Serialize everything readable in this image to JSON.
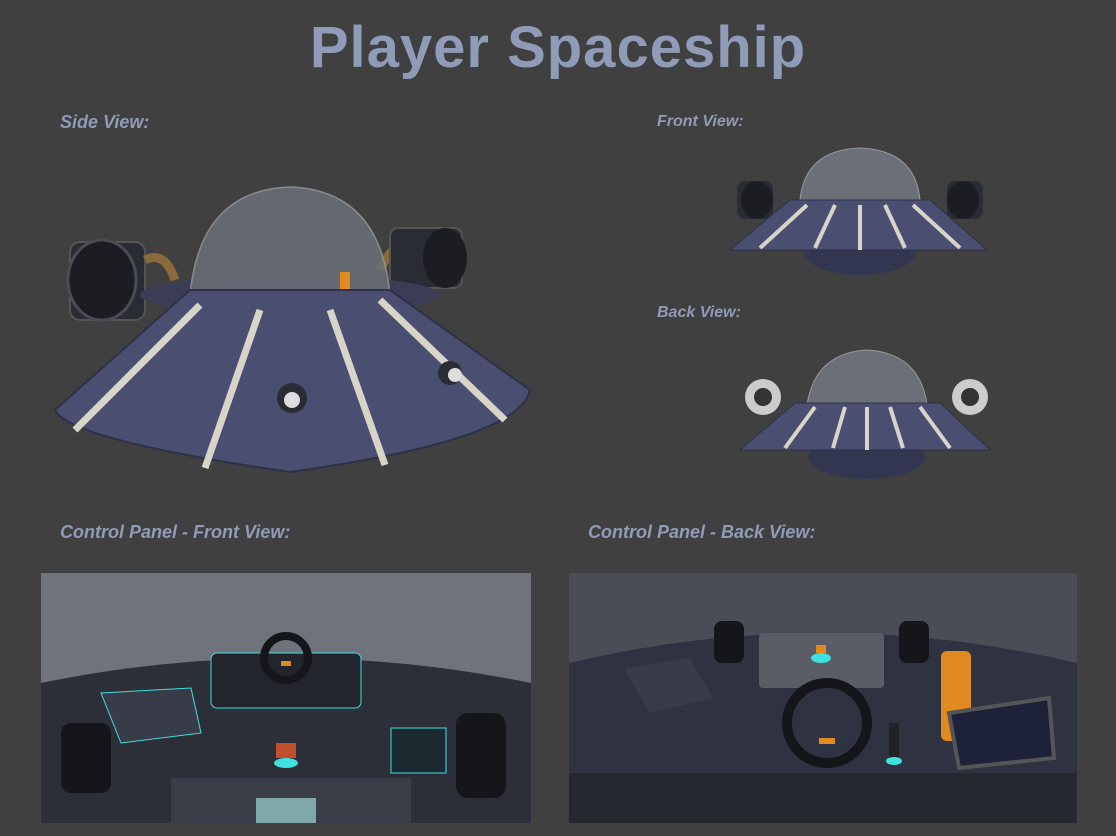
{
  "title": "Player Spaceship",
  "labels": {
    "side_view": "Side View:",
    "front_view": "Front View:",
    "back_view": "Back View:",
    "cp_front": "Control Panel - Front View:",
    "cp_back": "Control Panel - Back View:"
  },
  "colors": {
    "background": "#404040",
    "text": "#8f9bb7",
    "hull": "#4a4f72",
    "stripe": "#d8d4c8",
    "accent_cyan": "#3fe0e0",
    "accent_orange": "#e08a20"
  }
}
